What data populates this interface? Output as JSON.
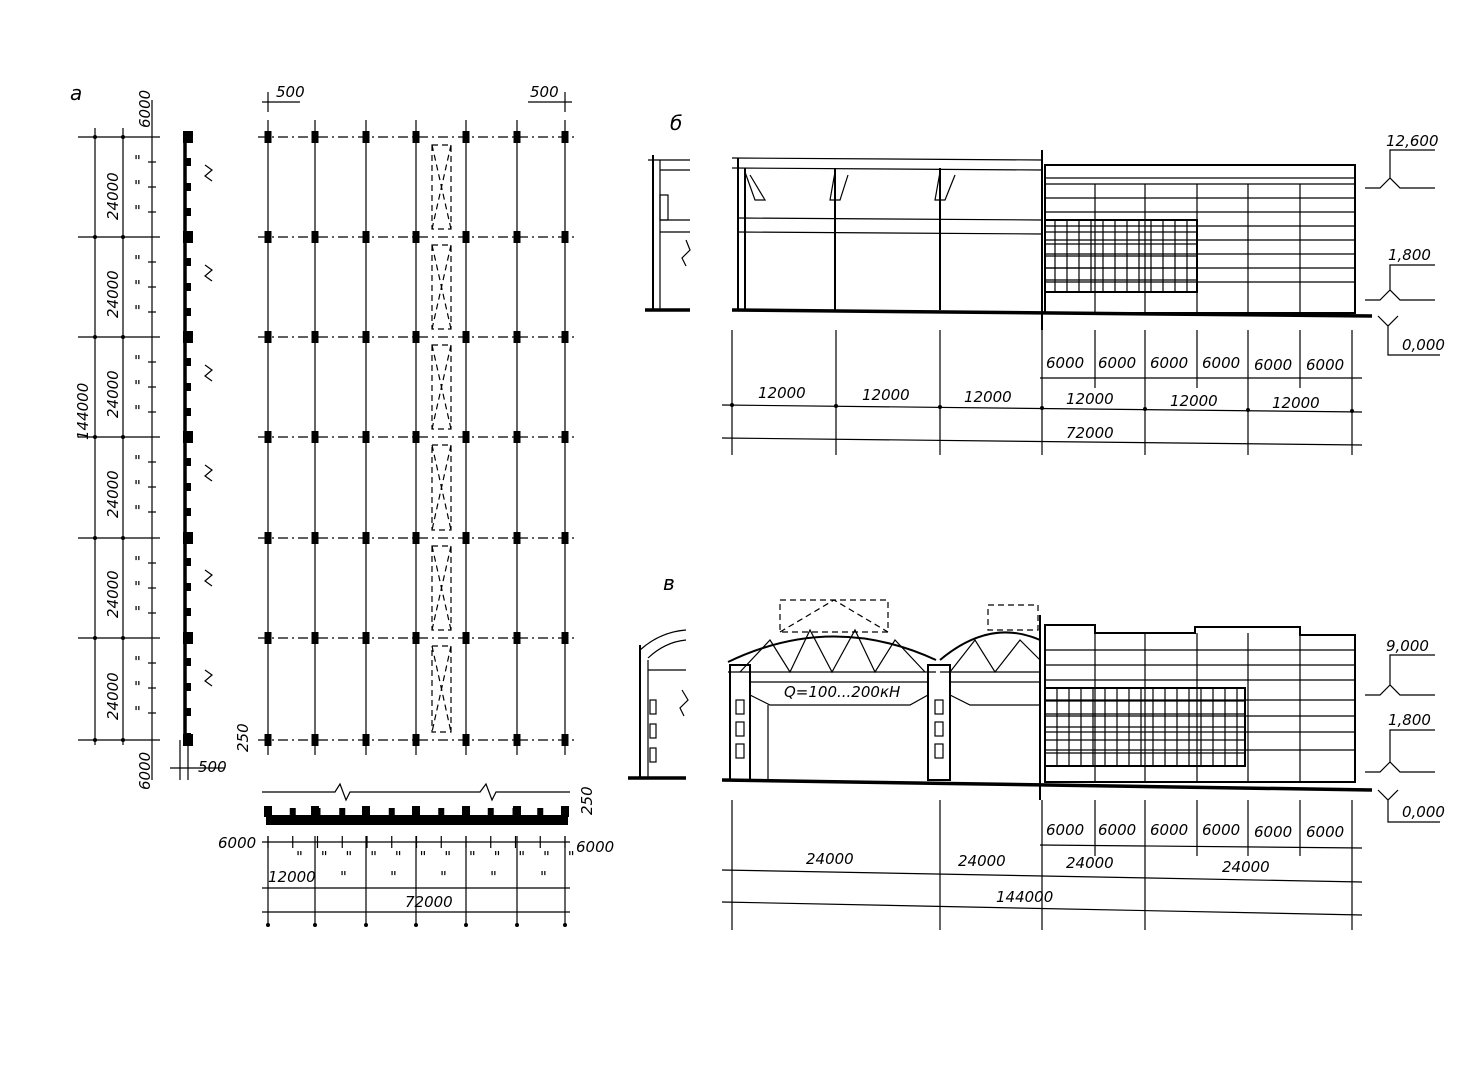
{
  "labels": {
    "a": "а",
    "b": "б",
    "v": "в"
  },
  "plan": {
    "top_500_left": "500",
    "top_500_right": "500",
    "left_6000_top": "6000",
    "left_24000": [
      "24000",
      "24000",
      "24000",
      "24000",
      "24000",
      "24000"
    ],
    "total_left": "144000",
    "left_6000_bottom": "6000",
    "bottom_500": "500",
    "side_250": "250",
    "ditto": "\""
  },
  "strip": {
    "left_6000": "6000",
    "right_6000": "6000",
    "right_250": "250",
    "first_12000": "12000",
    "total": "72000"
  },
  "elev_b": {
    "level_top": "12,600",
    "level_mid": "1,800",
    "level_zero": "0,000",
    "grid_6000": [
      "6000",
      "6000",
      "6000",
      "6000",
      "6000",
      "6000"
    ],
    "grid_12000": [
      "12000",
      "12000",
      "12000",
      "12000",
      "12000",
      "12000"
    ],
    "total": "72000"
  },
  "elev_v": {
    "level_top": "9,000",
    "level_mid": "1,800",
    "level_zero": "0,000",
    "crane": "Q=100...200кН",
    "grid_6000": [
      "6000",
      "6000",
      "6000",
      "6000",
      "6000",
      "6000"
    ],
    "grid_24000": [
      "24000",
      "24000",
      "24000",
      "24000"
    ],
    "total": "144000"
  }
}
